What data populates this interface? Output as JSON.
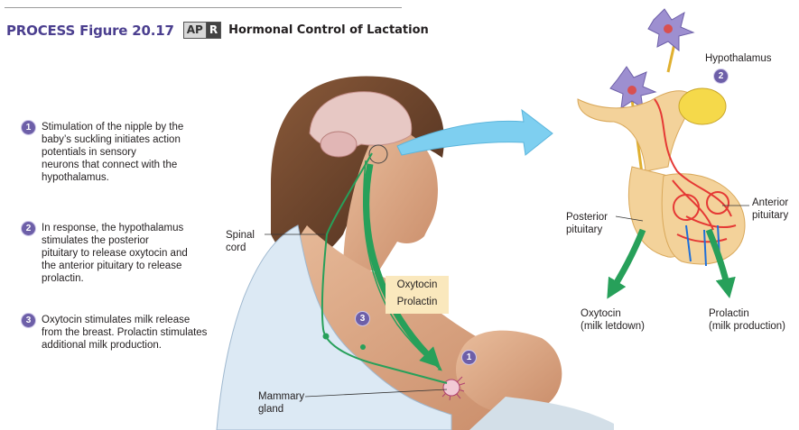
{
  "header": {
    "figure_label": "PROCESS Figure 20.17",
    "apr_badge": [
      "AP",
      "R"
    ],
    "title": "Hormonal Control of Lactation"
  },
  "steps": [
    {
      "number": "1",
      "text": "Stimulation of the nipple by the\nbaby’s suckling initiates action\npotentials in sensory\nneurons that connect with the\nhypothalamus."
    },
    {
      "number": "2",
      "text": "In response, the hypothalamus\nstimulates the posterior\npituitary to release oxytocin and\nthe anterior pituitary to release\nprolactin."
    },
    {
      "number": "3",
      "text": "Oxytocin stimulates milk release\nfrom the breast. Prolactin stimulates\nadditional milk production."
    }
  ],
  "labels": {
    "spinal_cord": "Spinal\ncord",
    "mammary_gland": "Mammary\ngland",
    "oxytocin": "Oxytocin",
    "prolactin": "Prolactin",
    "hypothalamus": "Hypothalamus",
    "anterior_pituitary": "Anterior\npituitary",
    "posterior_pituitary": "Posterior\npituitary",
    "oxytocin_effect": "Oxytocin\n(milk letdown)",
    "prolactin_effect": "Prolactin\n(milk production)"
  },
  "figure_badges": {
    "suckling": "1",
    "release": "3",
    "hypothalamus": "2"
  },
  "colors": {
    "accent_purple": "#6d5fa8",
    "nerve_green": "#27a05a",
    "arrow_blue": "#7ecff0",
    "hormone_box": "#fae8bd",
    "skin": "#e3b08f",
    "pituitary": "#f3d29a"
  }
}
